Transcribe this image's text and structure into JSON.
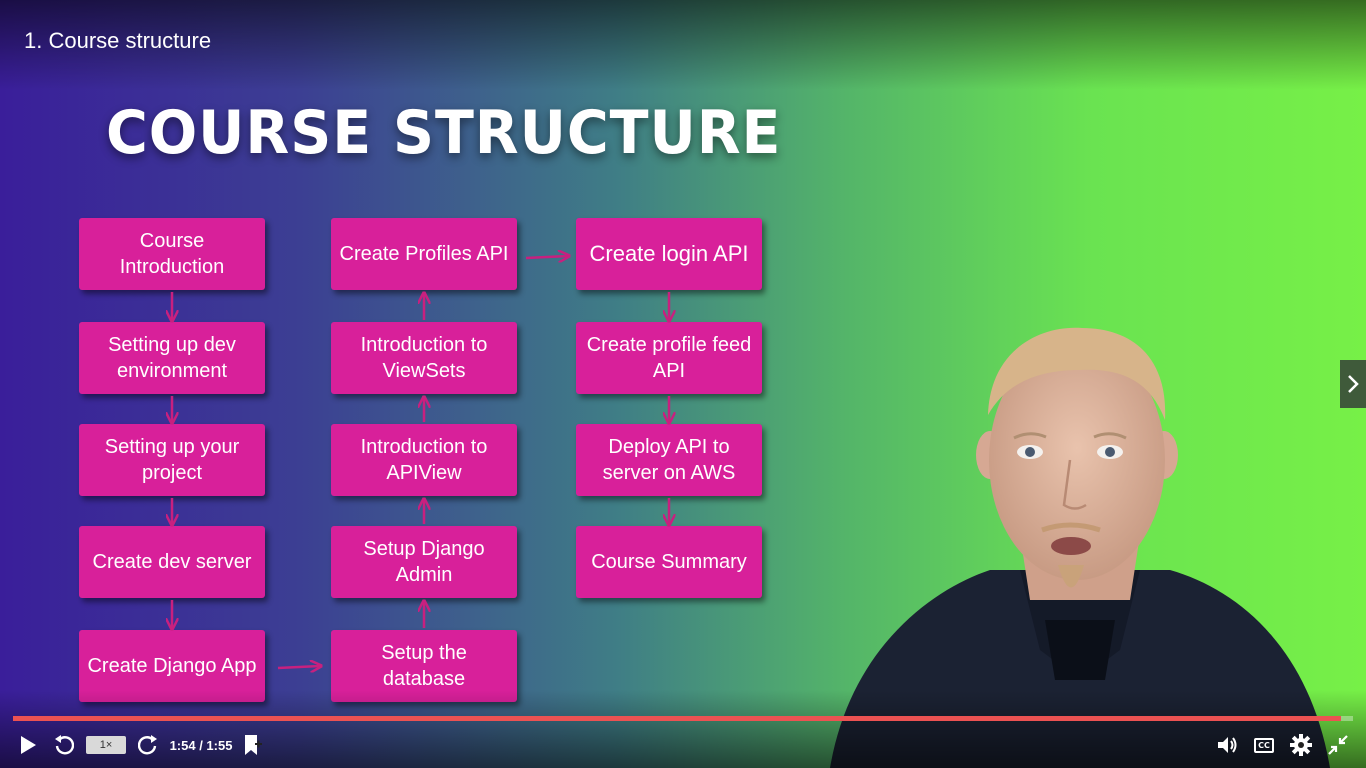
{
  "player": {
    "title": "1. Course structure",
    "time_display": "1:54 / 1:55",
    "speed_label": "1×",
    "progress": 0.991,
    "accent_color": "#ec5252"
  },
  "slide": {
    "heading": "COURSE STRUCTURE",
    "box_color": "#d8209a",
    "column1": [
      "Course Introduction",
      "Setting up dev environment",
      "Setting up your project",
      "Create dev server",
      "Create Django App"
    ],
    "column2": [
      "Create Profiles API",
      "Introduction to ViewSets",
      "Introduction to APIView",
      "Setup Django Admin",
      "Setup the database"
    ],
    "column3": [
      "Create login API",
      "Create profile feed API",
      "Deploy API to server on AWS",
      "Course Summary"
    ]
  },
  "controls": {
    "play_icon": "play-icon",
    "rewind_icon": "rewind-icon",
    "forward_icon": "forward-icon",
    "bookmark_icon": "bookmark-add-icon",
    "volume_icon": "volume-icon",
    "captions_icon": "captions-icon",
    "captions_label": "CC",
    "settings_icon": "gear-icon",
    "exit_fullscreen_icon": "exit-fullscreen-icon",
    "next_icon": "chevron-right-icon"
  }
}
